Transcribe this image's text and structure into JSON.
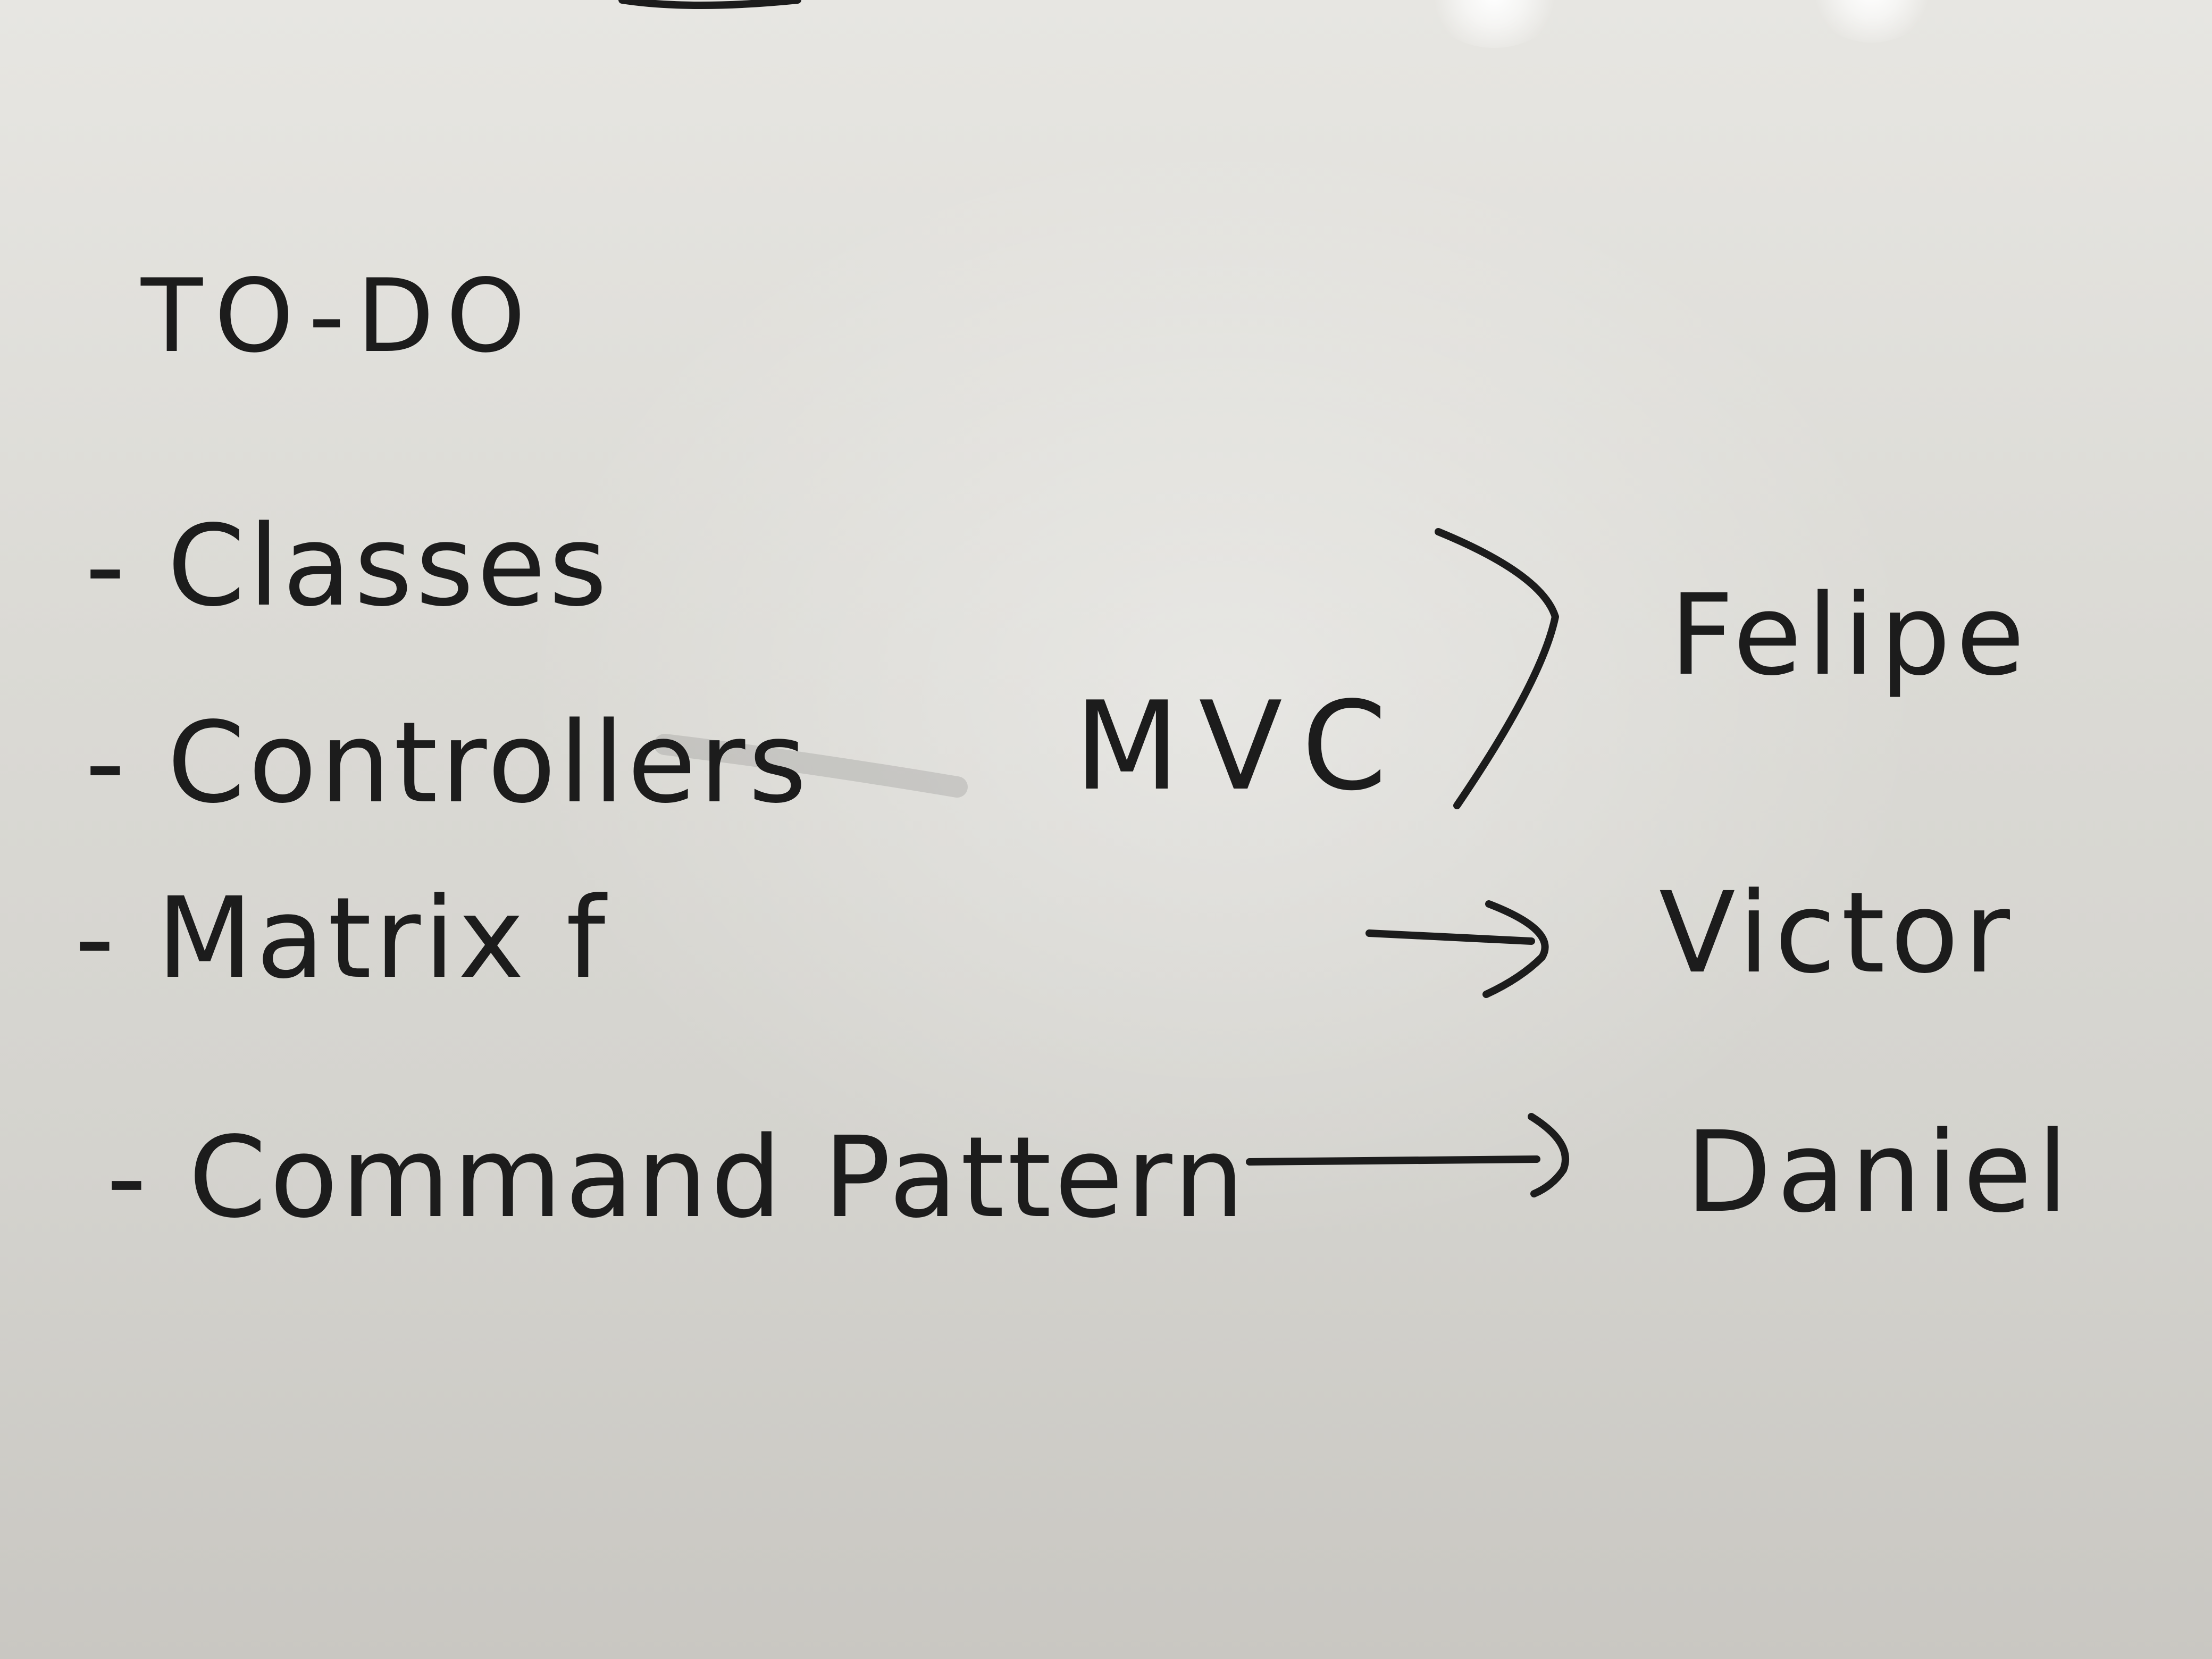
{
  "whiteboard": {
    "title": "TO-DO",
    "tasks": [
      {
        "text": "- Classes"
      },
      {
        "text": "- Controllers"
      },
      {
        "text": "- Matrix f"
      },
      {
        "text": "- Command Pattern"
      }
    ],
    "group_label": "MVC",
    "assignees": [
      {
        "name": "Felipe"
      },
      {
        "name": "Victor"
      },
      {
        "name": "Daniel"
      }
    ]
  },
  "colors": {
    "ink": "#1c1c1c",
    "board": "#dcdbd6"
  }
}
